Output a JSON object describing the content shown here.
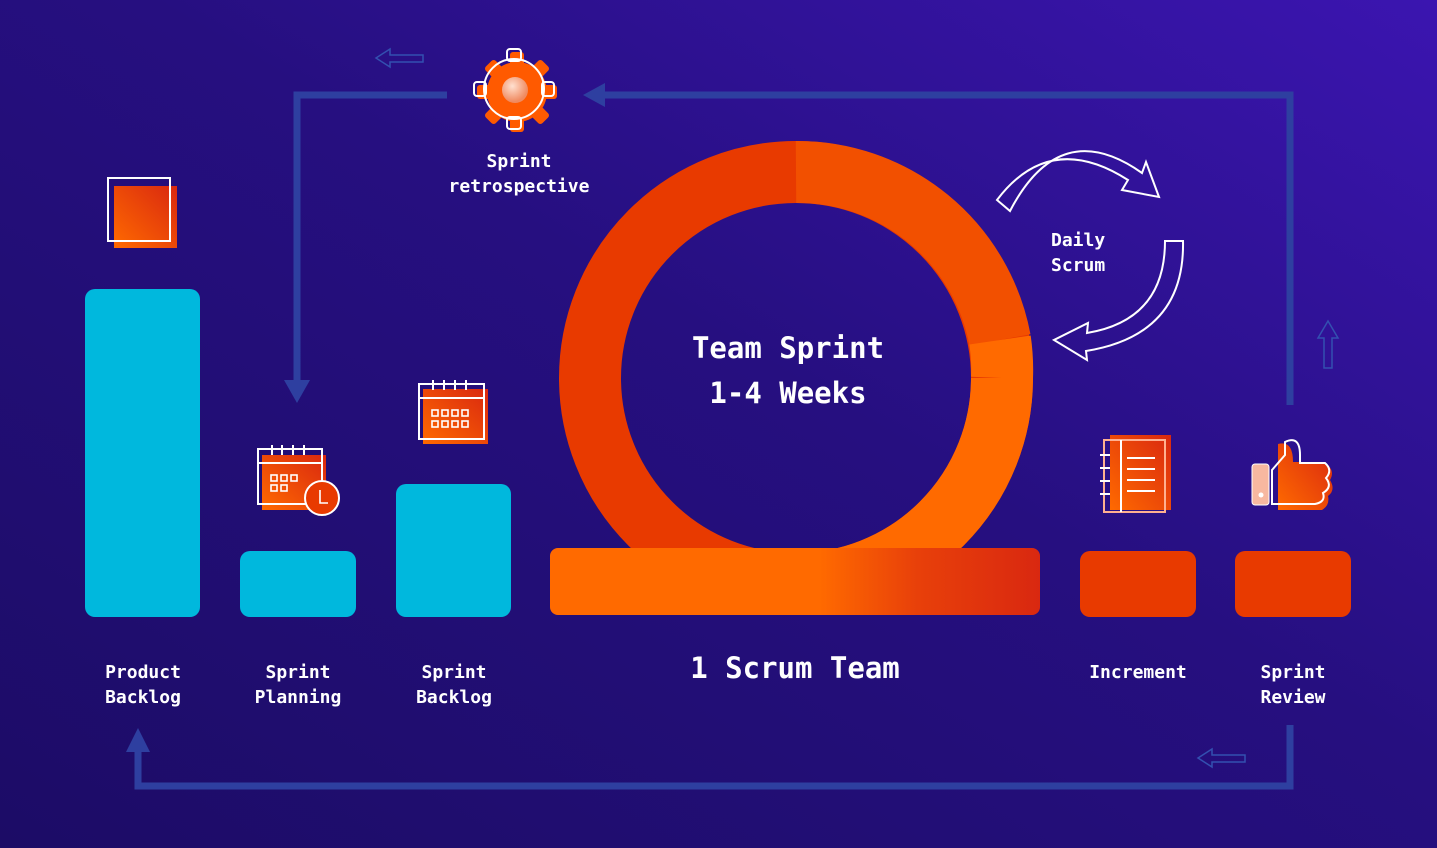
{
  "center": {
    "line1": "Team Sprint",
    "line2": "1-4 Weeks",
    "team_label": "1 Scrum Team"
  },
  "retrospective": {
    "line1": "Sprint",
    "line2": "retrospective",
    "icon": "gear-icon"
  },
  "daily_scrum": {
    "line1": "Daily",
    "line2": "Scrum",
    "icon": "cycle-arrows-icon"
  },
  "stages": [
    {
      "line1": "Product",
      "line2": "Backlog",
      "icon": "square-icon",
      "color": "#00b8dd"
    },
    {
      "line1": "Sprint",
      "line2": "Planning",
      "icon": "calendar-clock-icon",
      "color": "#00b8dd"
    },
    {
      "line1": "Sprint",
      "line2": "Backlog",
      "icon": "calendar-icon",
      "color": "#00b8dd"
    },
    {
      "line1": "Increment",
      "line2": "",
      "icon": "notebook-icon",
      "color": "#e83a00"
    },
    {
      "line1": "Sprint",
      "line2": "Review",
      "icon": "thumbs-up-icon",
      "color": "#e83a00"
    }
  ],
  "colors": {
    "background": "#1e0d6a",
    "accent_orange": "#ff6a00",
    "accent_red": "#e83a00",
    "cyan": "#00b8dd",
    "flow_line": "#2e3fa0"
  }
}
